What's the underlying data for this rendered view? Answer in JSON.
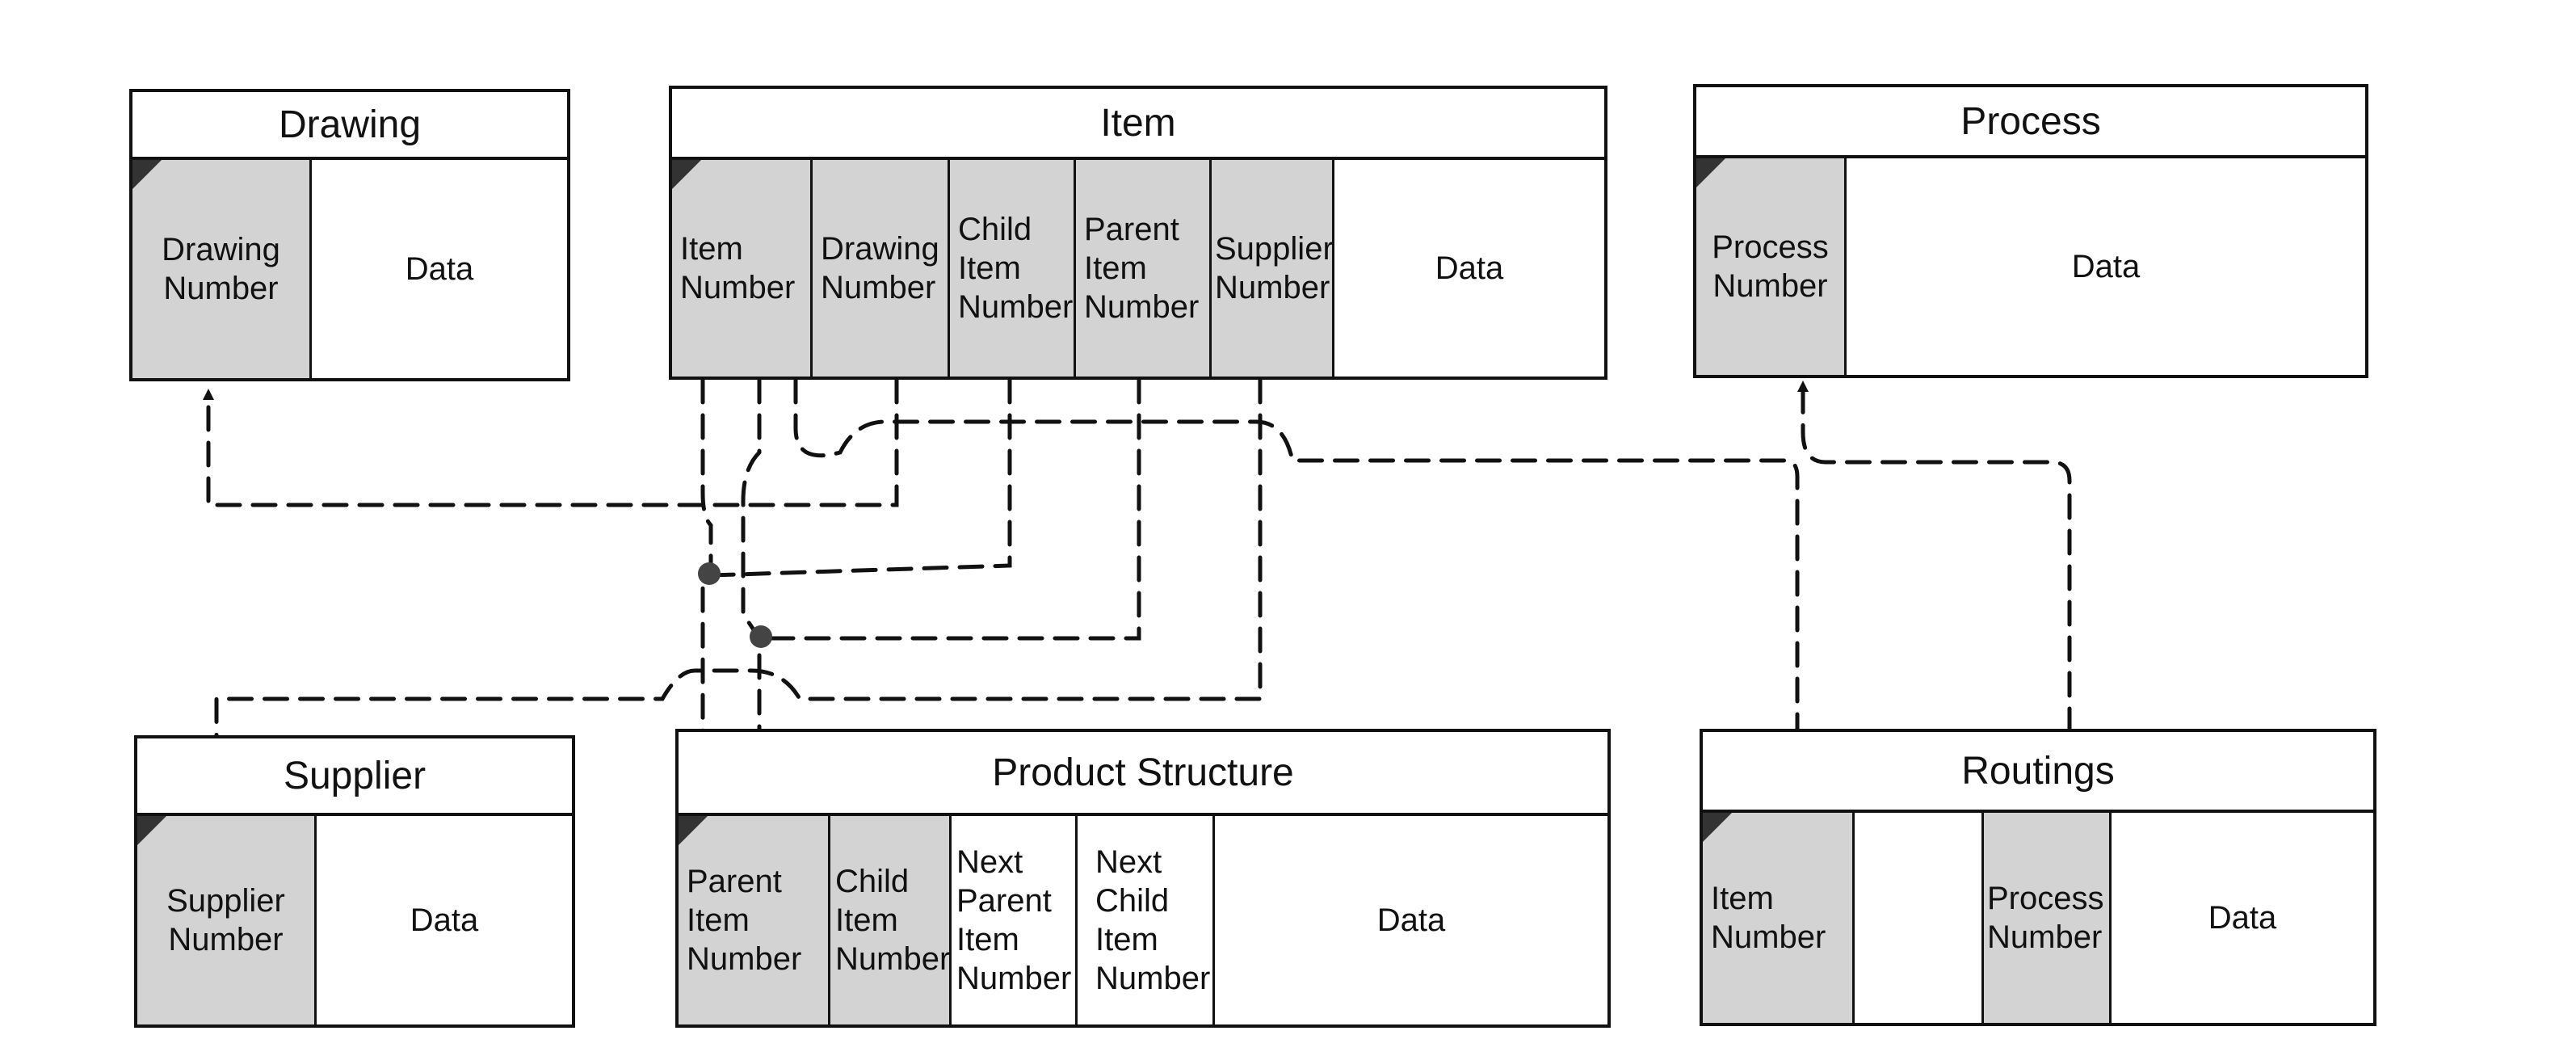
{
  "entities": {
    "drawing": {
      "title": "Drawing",
      "fields": [
        {
          "label": "Drawing\nNumber",
          "key": true
        },
        {
          "label": "Data",
          "key": false
        }
      ]
    },
    "item": {
      "title": "Item",
      "fields": [
        {
          "label": "Item\nNumber",
          "key": true
        },
        {
          "label": "Drawing\nNumber",
          "key": true
        },
        {
          "label": "Child\nItem\nNumber",
          "key": true
        },
        {
          "label": "Parent\nItem\nNumber",
          "key": true
        },
        {
          "label": "Supplier\nNumber",
          "key": true
        },
        {
          "label": "Data",
          "key": false
        }
      ]
    },
    "process": {
      "title": "Process",
      "fields": [
        {
          "label": "Process\nNumber",
          "key": true
        },
        {
          "label": "Data",
          "key": false
        }
      ]
    },
    "supplier": {
      "title": "Supplier",
      "fields": [
        {
          "label": "Supplier\nNumber",
          "key": true
        },
        {
          "label": "Data",
          "key": false
        }
      ]
    },
    "product_structure": {
      "title": "Product Structure",
      "fields": [
        {
          "label": "Parent\nItem\nNumber",
          "key": true
        },
        {
          "label": "Child\nItem\nNumber",
          "key": true
        },
        {
          "label": "Next\nParent\nItem\nNumber",
          "key": false
        },
        {
          "label": "Next\nChild\nItem\nNumber",
          "key": false
        },
        {
          "label": "Data",
          "key": false
        }
      ]
    },
    "routings": {
      "title": "Routings",
      "fields": [
        {
          "label": "Item\nNumber",
          "key": true
        },
        {
          "label": "",
          "key": false
        },
        {
          "label": "Process\nNumber",
          "key": true
        },
        {
          "label": "Data",
          "key": false
        }
      ]
    }
  },
  "colors": {
    "key_field": "#d3d3d3",
    "line": "#111111",
    "background": "#ffffff"
  }
}
